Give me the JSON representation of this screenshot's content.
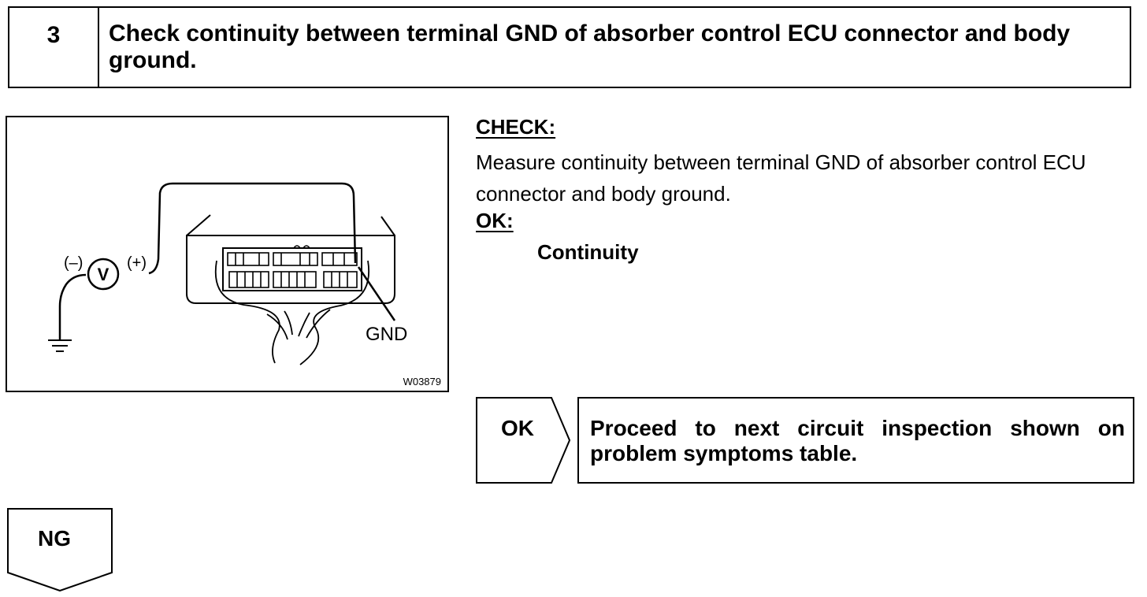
{
  "step": {
    "number": "3",
    "title": "Check continuity between terminal GND of absorber control ECU connector and body ground."
  },
  "figure": {
    "labels": {
      "minus": "(–)",
      "meter": "V",
      "plus": "(+)",
      "terminal": "GND",
      "code": "W03879"
    }
  },
  "check": {
    "heading": "CHECK:",
    "text": "Measure continuity between terminal GND of absorber control ECU connector and body ground."
  },
  "ok": {
    "heading": "OK:",
    "value": "Continuity"
  },
  "result_ok": {
    "tag": "OK",
    "text": "Proceed to next circuit inspection shown on problem symptoms table."
  },
  "result_ng": {
    "tag": "NG"
  }
}
